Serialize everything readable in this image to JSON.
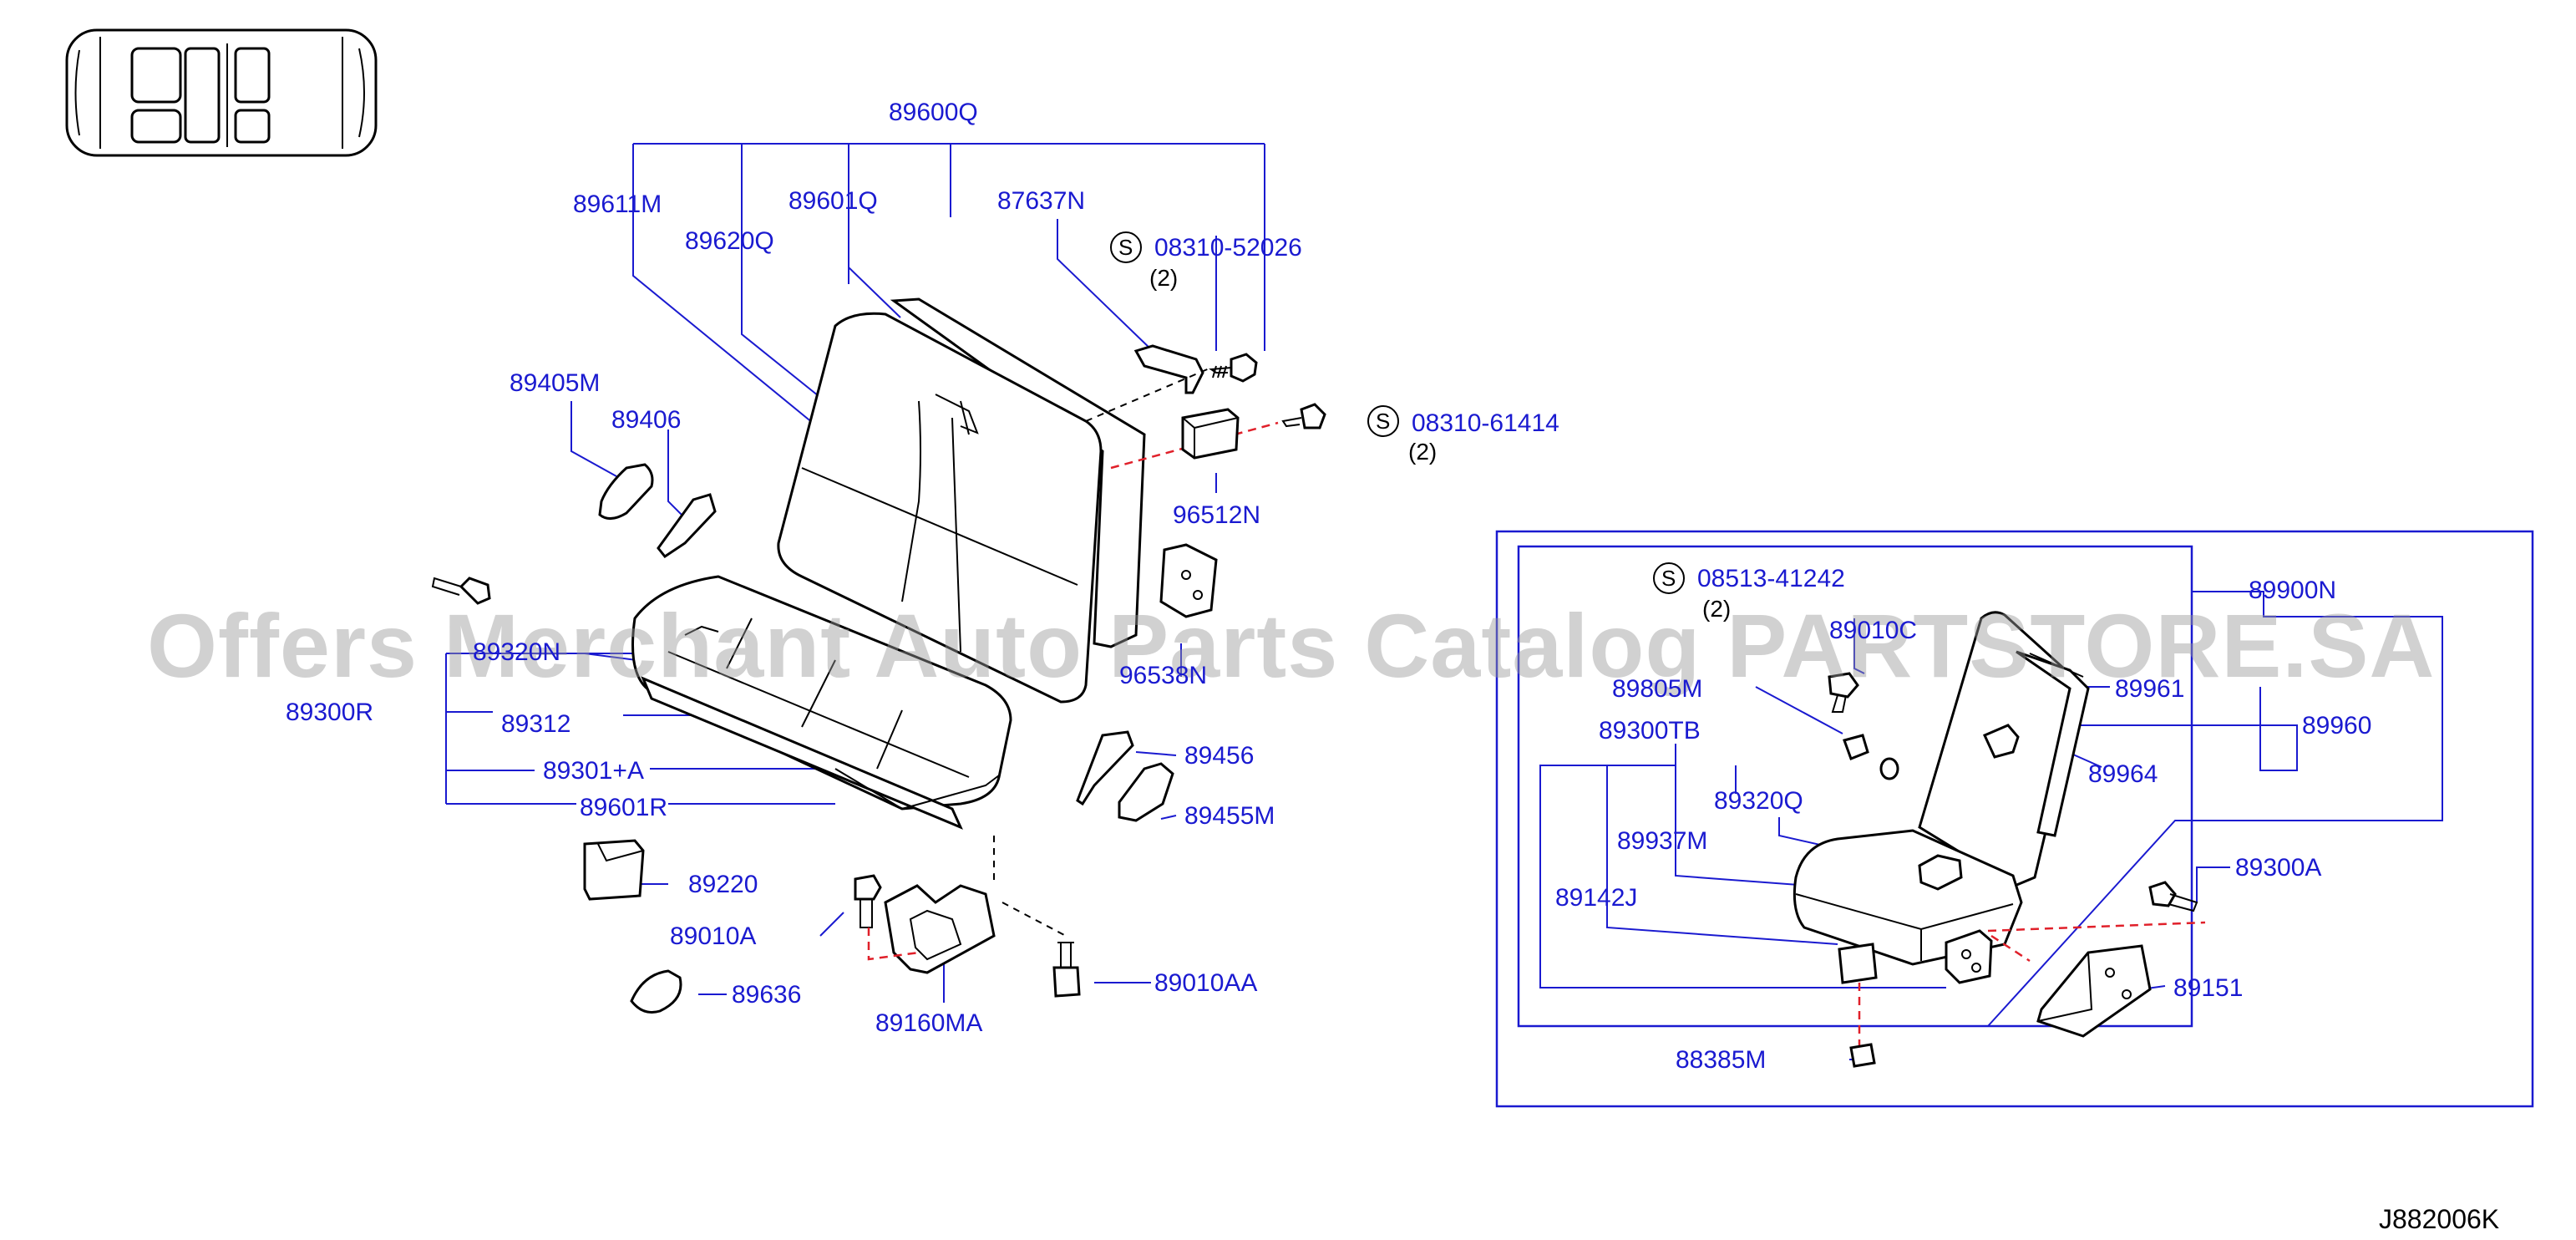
{
  "watermark": "Offers Merchant Auto Parts Catalog PARTSTORE.SA",
  "diagram_code": "J882006K",
  "screw_symbol": "S",
  "labels": {
    "p89600Q": "89600Q",
    "p89611M": "89611M",
    "p89620Q": "89620Q",
    "p89601Q": "89601Q",
    "p87637N": "87637N",
    "s08310_52026": "08310-52026",
    "s08310_52026_qty": "(2)",
    "s08310_61414": "08310-61414",
    "s08310_61414_qty": "(2)",
    "p96512N": "96512N",
    "p89405M": "89405M",
    "p89406": "89406",
    "p96538N": "96538N",
    "p89320N": "89320N",
    "p89300R": "89300R",
    "p89312": "89312",
    "p89301A": "89301+A",
    "p89601R": "89601R",
    "p89456": "89456",
    "p89455M": "89455M",
    "p89220": "89220",
    "p89010A": "89010A",
    "p89636": "89636",
    "p89160MA": "89160MA",
    "p89010AA": "89010AA",
    "s08513_41242": "08513-41242",
    "s08513_41242_qty": "(2)",
    "p89900N": "89900N",
    "p89010C": "89010C",
    "p89805M": "89805M",
    "p89961": "89961",
    "p89960": "89960",
    "p89300TB": "89300TB",
    "p89964": "89964",
    "p89320Q": "89320Q",
    "p89937M": "89937M",
    "p89142J": "89142J",
    "p89300A": "89300A",
    "p89151": "89151",
    "p88385M": "88385M"
  }
}
